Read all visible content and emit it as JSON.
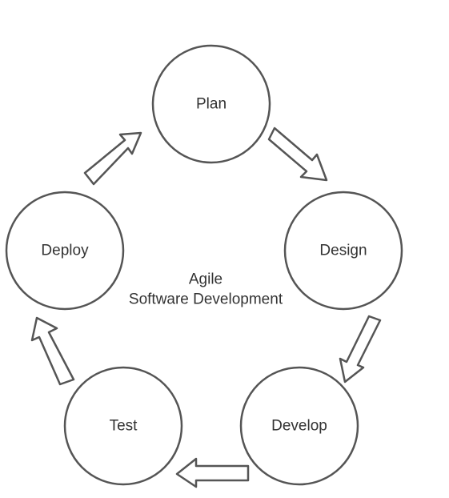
{
  "diagram": {
    "center_label": {
      "line1": "Agile",
      "line2": "Software Development"
    },
    "stages": [
      {
        "id": "plan",
        "label": "Plan"
      },
      {
        "id": "design",
        "label": "Design"
      },
      {
        "id": "develop",
        "label": "Develop"
      },
      {
        "id": "test",
        "label": "Test"
      },
      {
        "id": "deploy",
        "label": "Deploy"
      }
    ],
    "flow": [
      {
        "from": "plan",
        "to": "design"
      },
      {
        "from": "design",
        "to": "develop"
      },
      {
        "from": "develop",
        "to": "test"
      },
      {
        "from": "test",
        "to": "deploy"
      },
      {
        "from": "deploy",
        "to": "plan"
      }
    ],
    "colors": {
      "stroke": "#555555",
      "text": "#333333",
      "fill": "#ffffff"
    }
  }
}
